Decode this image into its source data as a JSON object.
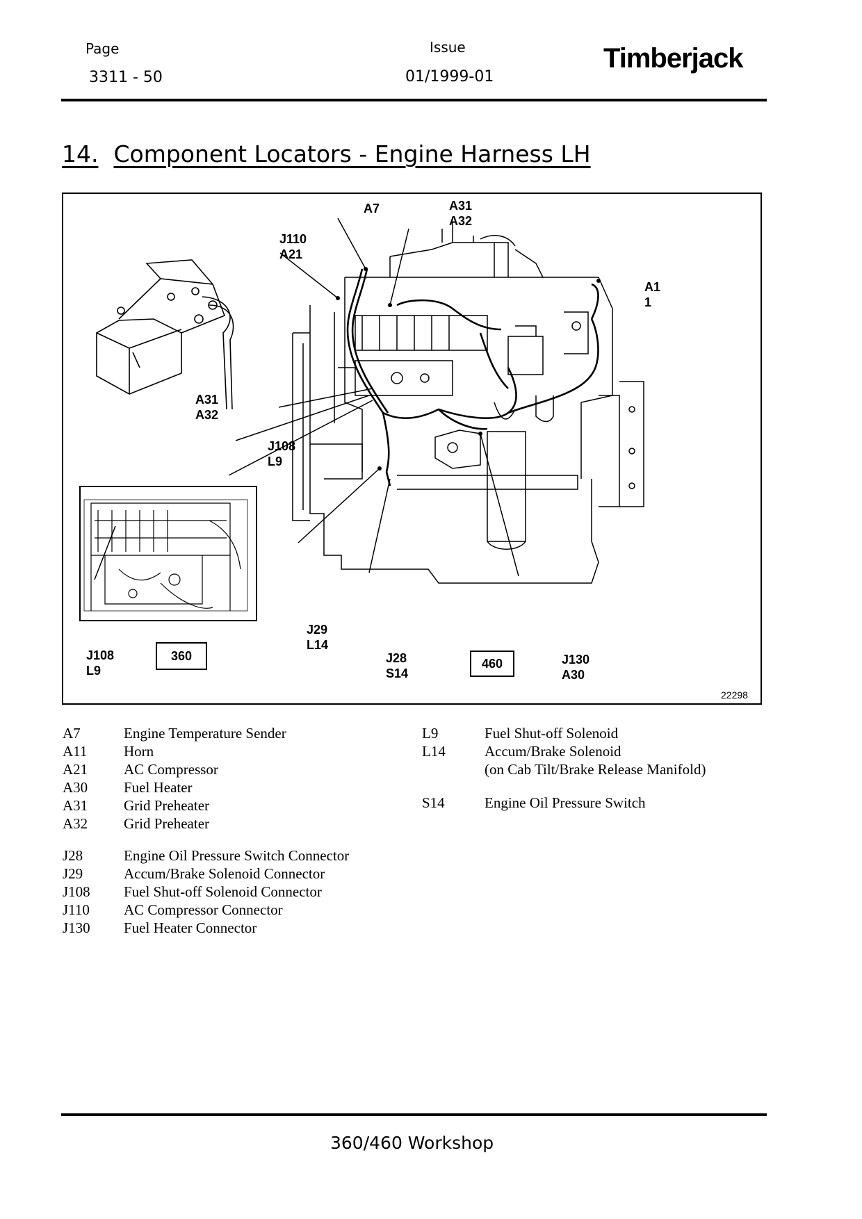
{
  "header": {
    "page_label": "Page",
    "page_value": "3311 - 50",
    "issue_label": "Issue",
    "issue_value": "01/1999-01",
    "brand": "Timberjack"
  },
  "section": {
    "number": "14.",
    "title": "Component Locators - Engine Harness LH"
  },
  "figure": {
    "callouts": {
      "a7": "A7",
      "a31_a32_top": [
        "A31",
        "A32"
      ],
      "j110_a21": [
        "J110",
        "A21"
      ],
      "a11": [
        "A1",
        "1"
      ],
      "a31_a32_inset": [
        "A31",
        "A32"
      ],
      "j108_l9_mid": [
        "J108",
        "L9"
      ],
      "j108_l9_bottom": [
        "J108",
        "L9"
      ],
      "j29_l14": [
        "J29",
        "L14"
      ],
      "j28_s14": [
        "J28",
        "S14"
      ],
      "j130_a30": [
        "J130",
        "A30"
      ]
    },
    "model_box_left": "360",
    "model_box_right": "460",
    "figure_number": "22298"
  },
  "legend": {
    "left": [
      {
        "code": "A7",
        "desc": "Engine Temperature Sender"
      },
      {
        "code": "A11",
        "desc": "Horn"
      },
      {
        "code": "A21",
        "desc": "AC Compressor"
      },
      {
        "code": "A30",
        "desc": "Fuel Heater"
      },
      {
        "code": "A31",
        "desc": "Grid Preheater"
      },
      {
        "code": "A32",
        "desc": "Grid Preheater"
      }
    ],
    "left2": [
      {
        "code": "J28",
        "desc": "Engine Oil Pressure Switch Connector"
      },
      {
        "code": "J29",
        "desc": "Accum/Brake Solenoid Connector"
      },
      {
        "code": "J108",
        "desc": "Fuel Shut-off Solenoid Connector"
      },
      {
        "code": "J110",
        "desc": "AC Compressor Connector"
      },
      {
        "code": "J130",
        "desc": "Fuel Heater Connector"
      }
    ],
    "right": [
      {
        "code": "L9",
        "desc": "Fuel Shut-off Solenoid"
      },
      {
        "code": "L14",
        "desc": "Accum/Brake Solenoid"
      },
      {
        "code": "",
        "desc": "(on Cab Tilt/Brake Release Manifold)"
      },
      {
        "code": "S14",
        "desc": "Engine Oil Pressure Switch"
      }
    ]
  },
  "footer": {
    "text": "360/460 Workshop"
  }
}
